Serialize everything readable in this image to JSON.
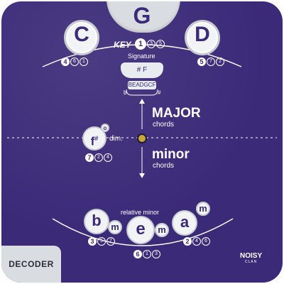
{
  "top": {
    "key_letter": "G",
    "left_letter": "C",
    "right_letter": "D"
  },
  "key": {
    "label": "KEY",
    "number": "1",
    "extras": [
      "3",
      "5"
    ]
  },
  "left_nums": {
    "main": "4",
    "extras": [
      "6",
      "1"
    ]
  },
  "right_nums": {
    "main": "5",
    "extras": [
      "7",
      "2"
    ]
  },
  "signature": {
    "label": "Signature",
    "value": "# F",
    "order": "BEADGCF",
    "flat_mark": "b",
    "sharp_mark": "#"
  },
  "major": {
    "title": "MAJOR",
    "sub": "chords"
  },
  "minor": {
    "title": "minor",
    "sub": "chords"
  },
  "dim_chord": {
    "letter": "f",
    "accidental": "#",
    "suffix": "o",
    "label": "dim.",
    "main": "7",
    "extras": [
      "2",
      "4"
    ]
  },
  "relative_minor": {
    "label": "relative minor",
    "left": {
      "letter": "b",
      "suffix": "m",
      "main": "3",
      "extras": [
        "5",
        "7"
      ]
    },
    "center": {
      "letter": "e",
      "suffix": "m",
      "main": "6",
      "extras": [
        "1",
        "3"
      ]
    },
    "right": {
      "letter": "a",
      "suffix": "m",
      "main": "2",
      "extras": [
        "4",
        "6"
      ]
    }
  },
  "decoder_tab": "DECODER",
  "brand": {
    "line1": "NOISY",
    "line2": "CLAN"
  },
  "colors": {
    "background": "#3b2a78",
    "wheel": "#d9dde2",
    "white": "#ffffff",
    "accent": "#c9a83a"
  }
}
